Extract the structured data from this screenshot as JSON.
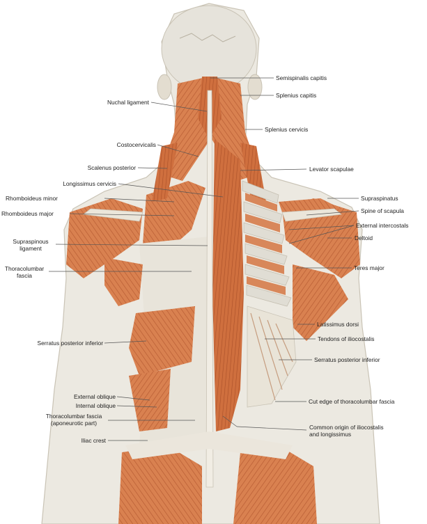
{
  "colors": {
    "skin": "#ece9e1",
    "skin_shadow": "#d9d4c8",
    "muscle": "#d47a4a",
    "muscle_dark": "#b85a30",
    "muscle_light": "#e39a6c",
    "fascia": "#e6e2d8",
    "leader": "#555555",
    "text": "#222222"
  },
  "labels": {
    "semispinalis_capitis": "Semispinalis capitis",
    "splenius_capitis": "Splenius capitis",
    "nuchal_ligament": "Nuchal ligament",
    "splenius_cervicis": "Splenius cervicis",
    "costocervicalis": "Costocervicalis",
    "scalenus_posterior": "Scalenus posterior",
    "levator_scapulae": "Levator scapulae",
    "longissimus_cervicis": "Longissimus cervicis",
    "rhomboideus_minor": "Rhomboideus minor",
    "supraspinatus": "Supraspinatus",
    "spine_of_scapula": "Spine of scapula",
    "rhomboideus_major": "Rhomboideus major",
    "external_intercostals": "External intercostals",
    "supraspinous_ligament": [
      "Supraspinous",
      "ligament"
    ],
    "deltoid": "Deltoid",
    "thoracolumbar_fascia": [
      "Thoracolumbar",
      "fascia"
    ],
    "teres_major": "Teres major",
    "latissimus_dorsi": "Latissimus dorsi",
    "tendons_of_iliocostalis": "Tendons of iliocostalis",
    "serratus_posterior_inferior_left": "Serratus posterior inferior",
    "serratus_posterior_inferior_right": "Serratus posterior inferior",
    "external_oblique": "External oblique",
    "internal_oblique": "Internal oblique",
    "cut_edge": "Cut edge of thoracolumbar fascia",
    "thoracolumbar_fascia_aponeurotic": [
      "Thoracolumbar fascia",
      "(aponeurotic part)"
    ],
    "common_origin": [
      "Common origin of iliocostalis",
      "and longissimus"
    ],
    "iliac_crest": "Iliac crest"
  }
}
